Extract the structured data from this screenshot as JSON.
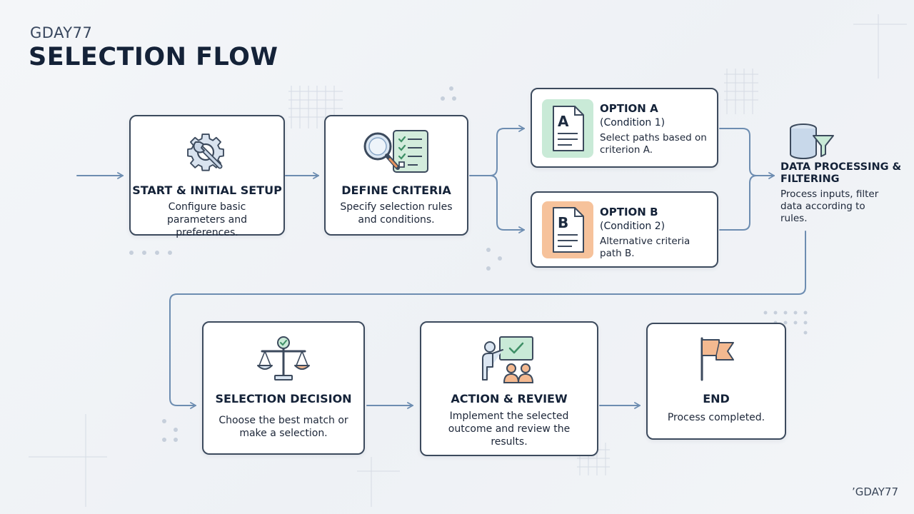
{
  "header": {
    "brand": "GDAY77",
    "title": "SELECTION FLOW"
  },
  "watermark": "’GDAY77",
  "colors": {
    "card_border": "#3c4a5d",
    "arrow": "#6d8db1",
    "option_a_badge": "#c9ead7",
    "option_b_badge": "#f6c29b",
    "accent_green": "#3e8f66",
    "accent_orange": "#e8935d"
  },
  "steps": {
    "start": {
      "title": "START & INITIAL SETUP",
      "desc": "Configure basic parameters and preferences.",
      "icon": "gear-wrench-icon"
    },
    "criteria": {
      "title": "DEFINE CRITERIA",
      "desc": "Specify selection rules and conditions.",
      "icon": "magnifier-checklist-icon"
    },
    "option_a": {
      "title": "OPTION A",
      "sub": "(Condition 1)",
      "desc": "Select paths based on criterion A.",
      "letter": "A",
      "icon": "document-a-icon"
    },
    "option_b": {
      "title": "OPTION B",
      "sub": "(Condition 2)",
      "desc": "Alternative criteria path B.",
      "letter": "B",
      "icon": "document-b-icon"
    },
    "processing": {
      "title": "DATA PROCESSING & FILTERING",
      "desc": "Process inputs, filter data according to rules.",
      "icon": "database-filter-icon"
    },
    "decision": {
      "title": "SELECTION DECISION",
      "desc": "Choose the best match or make a selection.",
      "icon": "balance-scale-icon"
    },
    "action": {
      "title": "ACTION & REVIEW",
      "desc": "Implement the selected outcome and review the results.",
      "icon": "presenter-board-icon"
    },
    "end": {
      "title": "END",
      "desc": "Process completed.",
      "icon": "flag-icon"
    }
  }
}
